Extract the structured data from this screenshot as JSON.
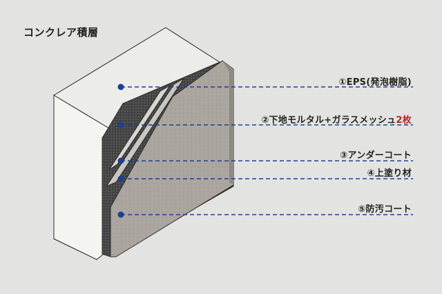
{
  "title": "コンクレア積層",
  "layers": [
    {
      "label": "①EPS(発泡樹脂)"
    },
    {
      "label": "②下地モルタル+ガラスメッシュ",
      "accent": "2枚"
    },
    {
      "label": "③アンダーコート"
    },
    {
      "label": "④上塗り材"
    },
    {
      "label": "⑤防汚コート"
    }
  ],
  "colors": {
    "background": "#e3e4e1",
    "leader_line": "#1f3f8f",
    "accent_text": "#c0202a",
    "eps_face": "#f4f4f1",
    "mortar": "#4a4a4a",
    "finish": "#a9a59e"
  }
}
